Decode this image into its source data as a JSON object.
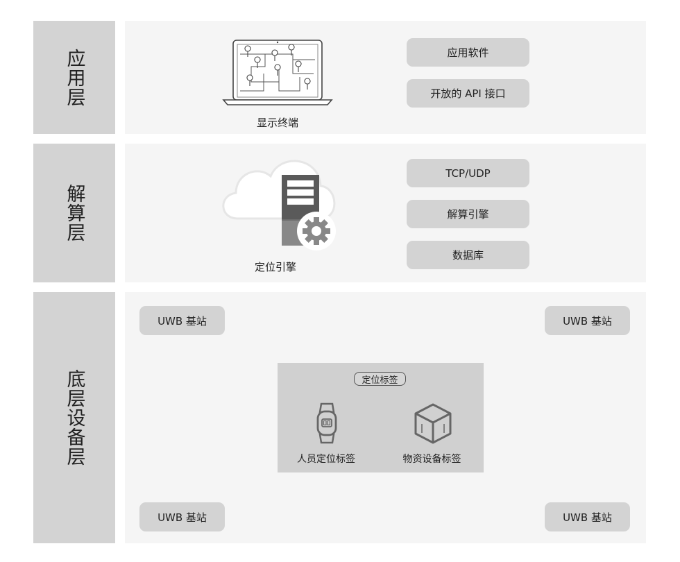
{
  "layers": [
    {
      "label": "应用层"
    },
    {
      "label": "解算层"
    },
    {
      "label": "底层设备层"
    }
  ],
  "app_layer": {
    "terminal_caption": "显示终端",
    "items": [
      "应用软件",
      "开放的 API 接口"
    ]
  },
  "compute_layer": {
    "engine_caption": "定位引擎",
    "items": [
      "TCP/UDP",
      "解算引擎",
      "数据库"
    ]
  },
  "device_layer": {
    "base_stations": [
      "UWB 基站",
      "UWB 基站",
      "UWB 基站",
      "UWB 基站"
    ],
    "tag_group_label": "定位标签",
    "person_tag": "人员定位标签",
    "asset_tag": "物资设备标签"
  },
  "icons": [
    "laptop-map-icon",
    "cloud-server-icon",
    "gear-icon",
    "watch-icon",
    "box-icon"
  ],
  "colors": {
    "side": "#d3d3d3",
    "panel": "#f5f5f5",
    "pill": "#d3d3d3",
    "icon": "#666666"
  }
}
